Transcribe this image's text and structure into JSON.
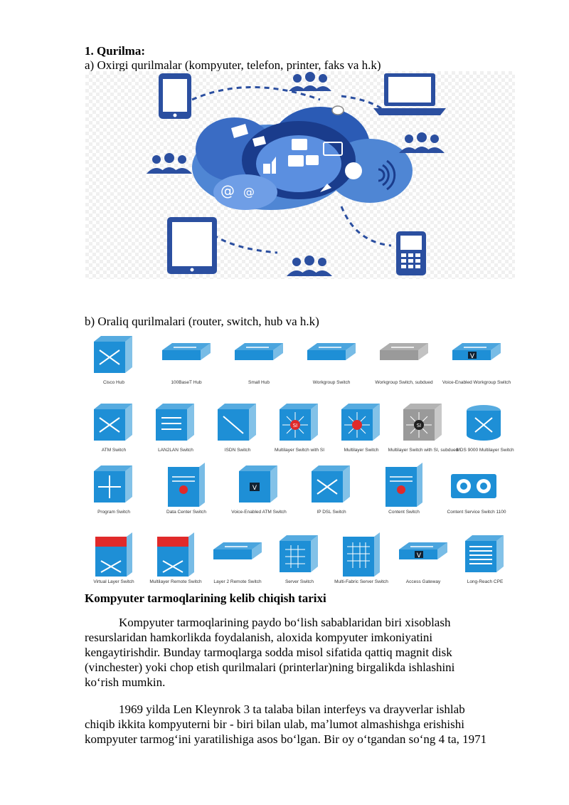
{
  "heading": "1. Qurilma:",
  "item_a": "a)  Oxirgi qurilmalar (kompyuter, telefon, printer, faks va h.k)",
  "item_b": "b)  Oraliq qurilmalari (router, switch, hub va h.k)",
  "colors": {
    "accent": "#2b4fa0",
    "cloud_dark": "#1a3c8c",
    "cloud_light": "#4f86d4",
    "device_blue": "#1e8fd6",
    "device_red": "#e02a2a",
    "device_gray": "#9a9a9a"
  },
  "switches": [
    {
      "label": "Cisco Hub",
      "icon": "cisco-hub-icon",
      "style": "cube-hub"
    },
    {
      "label": "100BaseT Hub",
      "icon": "hub-100baset-icon",
      "style": "flat-arrow"
    },
    {
      "label": "Small Hub",
      "icon": "small-hub-icon",
      "style": "flat-arrow"
    },
    {
      "label": "Workgroup Switch",
      "icon": "workgroup-switch-icon",
      "style": "flat-arrows"
    },
    {
      "label": "Workgroup Switch, subdued",
      "icon": "workgroup-switch-subdued-icon",
      "style": "flat-gray"
    },
    {
      "label": "Voice-Enabled Workgroup Switch",
      "icon": "voice-workgroup-switch-icon",
      "style": "flat-v"
    },
    {
      "label": "ATM Switch",
      "icon": "atm-switch-icon",
      "style": "cube-x"
    },
    {
      "label": "LAN2LAN Switch",
      "icon": "lan2lan-switch-icon",
      "style": "cube-lines"
    },
    {
      "label": "ISDN Switch",
      "icon": "isdn-switch-icon",
      "style": "cube-diag"
    },
    {
      "label": "Multilayer Switch with SI",
      "icon": "multilayer-switch-si-icon",
      "style": "cube-si"
    },
    {
      "label": "Multilayer Switch",
      "icon": "multilayer-switch-icon",
      "style": "cube-red"
    },
    {
      "label": "Multilayer Switch with SI, subdued",
      "icon": "multilayer-switch-si-subdued-icon",
      "style": "cube-gray-si"
    },
    {
      "label": "MDS 9000 Multilayer Switch",
      "icon": "mds-9000-switch-icon",
      "style": "cylinder"
    },
    {
      "label": "Program Switch",
      "icon": "program-switch-icon",
      "style": "cube-arrows4"
    },
    {
      "label": "Data Center Switch",
      "icon": "data-center-switch-icon",
      "style": "tall-red"
    },
    {
      "label": "Voice-Enabled ATM Switch",
      "icon": "voice-atm-switch-icon",
      "style": "cube-v"
    },
    {
      "label": "IP DSL Switch",
      "icon": "ip-dsl-switch-icon",
      "style": "cube-x"
    },
    {
      "label": "Content Switch",
      "icon": "content-switch-icon",
      "style": "tall-red"
    },
    {
      "label": "Content Service Switch 1100",
      "icon": "content-service-switch-icon",
      "style": "wide-circles"
    },
    {
      "label": "Virtual Layer Switch",
      "icon": "virtual-layer-switch-icon",
      "style": "tall-redtop"
    },
    {
      "label": "Multilayer Remote Switch",
      "icon": "multilayer-remote-switch-icon",
      "style": "tall-redtop2"
    },
    {
      "label": "Layer 2 Remote Switch",
      "icon": "layer2-remote-switch-icon",
      "style": "flat-arrows"
    },
    {
      "label": "Server Switch",
      "icon": "server-switch-icon",
      "style": "cube-grid"
    },
    {
      "label": "Multi-Fabric Server Switch",
      "icon": "multi-fabric-server-switch-icon",
      "style": "tall-grid"
    },
    {
      "label": "Access Gateway",
      "icon": "access-gateway-icon",
      "style": "flat-v"
    },
    {
      "label": "Long-Reach CPE",
      "icon": "long-reach-cpe-icon",
      "style": "cube-stripes"
    }
  ],
  "section_title": "Kompyuter tarmoqlarining kelib chiqish tarixi",
  "para1": [
    "Kompyuter tarmoqlarining paydo boʻlish sabablaridan biri xisoblash",
    "resurslaridan hamkorlikda foydalanish, aloxida kompyuter imkoniyatini",
    "kengaytirishdir. Bunday tarmoqlarga sodda misol sifatida qattiq magnit disk",
    "(vinchester) yoki chop etish qurilmalari (printerlar)ning birgalikda ishlashini",
    "koʻrish mumkin."
  ],
  "para2": [
    "1969 yilda Len Kleynrok 3 ta talaba bilan interfeys va drayverlar ishlab",
    "chiqib ikkita kompyuterni bir - biri bilan ulab, maʼlumot almashishga erishishi",
    "kompyuter tarmogʻini yaratilishiga asos boʻlgan. Bir oy oʻtgandan soʻng 4 ta, 1971"
  ]
}
